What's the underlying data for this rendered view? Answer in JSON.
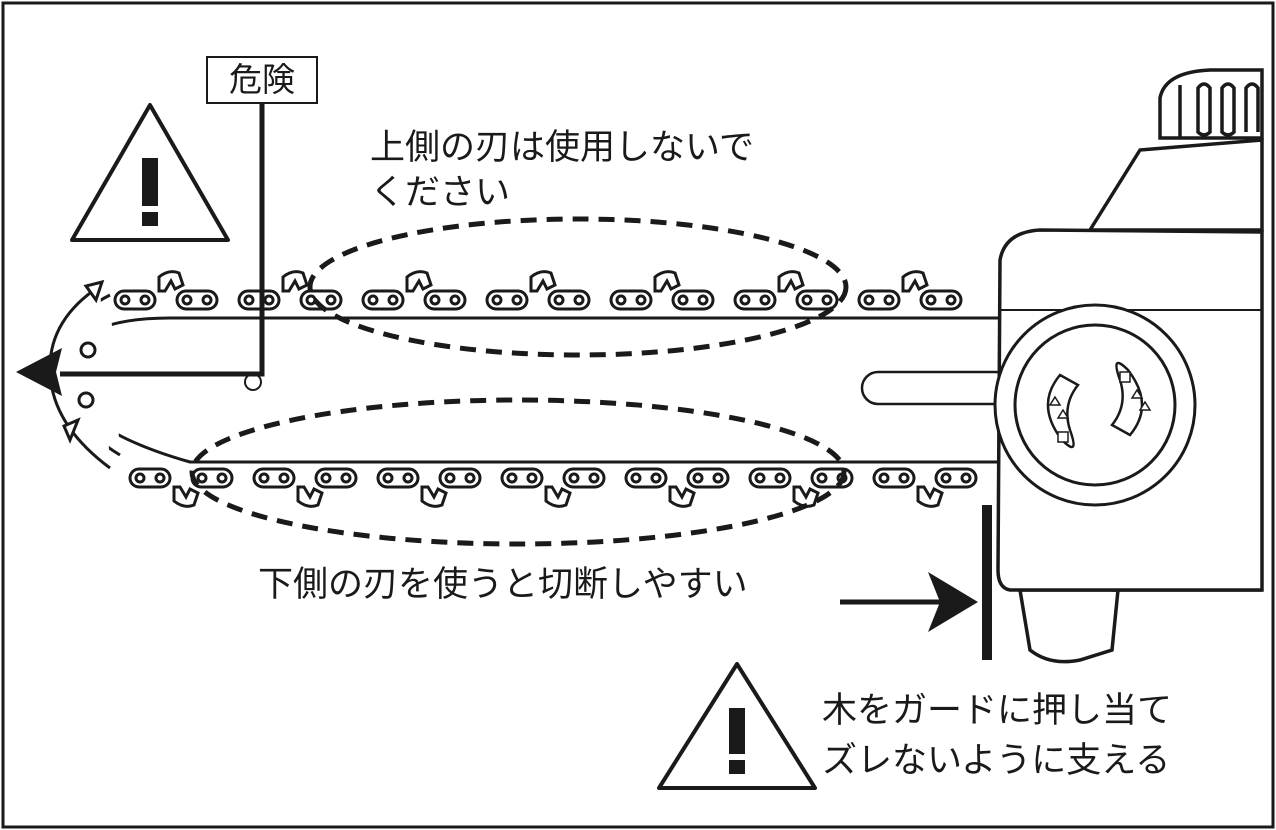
{
  "labels": {
    "danger": "危険",
    "upper_blade_line1": "上側の刃は使用しないで",
    "upper_blade_line2": "ください",
    "lower_blade": "下側の刃を使うと切断しやすい",
    "guard_line1": "木をガードに押し当て",
    "guard_line2": "ズレないように支える"
  },
  "icons": {
    "warning_top": "warning-triangle-icon",
    "warning_bottom": "warning-triangle-icon",
    "chain": "saw-chain-icon",
    "motor": "chainsaw-motor-body",
    "knob": "tension-knob-icon"
  },
  "colors": {
    "ink": "#1a1a1a",
    "background": "#ffffff"
  }
}
